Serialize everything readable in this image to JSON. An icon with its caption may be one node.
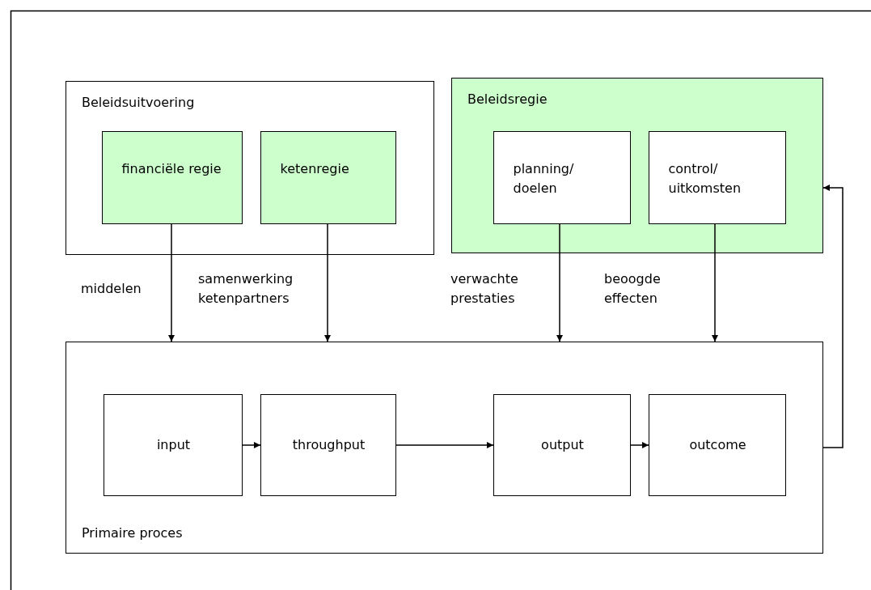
{
  "diagram": {
    "nodes": [
      {
        "text": [
          "Beleidsuitvoering"
        ]
      },
      {
        "text": [
          "financiële regie"
        ],
        "in": 0
      },
      {
        "text": [
          "ketenregie"
        ],
        "in": 0
      },
      {
        "text": [
          "Beleidsregie"
        ]
      },
      {
        "text": [
          "planning/ doelen"
        ],
        "in": 3
      },
      {
        "text": [
          "control/ uitkomsten"
        ],
        "in": 3
      },
      {
        "text": [
          "Primaire proces"
        ]
      },
      {
        "text": [
          "input"
        ],
        "in": 6
      },
      {
        "text": [
          "throughput"
        ],
        "in": 6
      },
      {
        "text": [
          "output"
        ],
        "in": 6
      },
      {
        "text": [
          "outcome"
        ],
        "in": 6
      }
    ],
    "edges": [
      {
        "from": 1,
        "to": 6,
        "arrow": "to",
        "label": "middelen"
      },
      {
        "from": 2,
        "to": 6,
        "arrow": "to",
        "label": "samenwerking ketenpartners"
      },
      {
        "from": 4,
        "to": 6,
        "arrow": "to",
        "label": "verwachte prestaties"
      },
      {
        "from": 5,
        "to": 6,
        "arrow": "to",
        "label": "beoogde effecten"
      },
      {
        "from": 7,
        "to": 8,
        "arrow": "to"
      },
      {
        "from": 8,
        "to": 9,
        "arrow": "to"
      },
      {
        "from": 9,
        "to": 10,
        "arrow": "to"
      },
      {
        "from": 6,
        "to": 3,
        "arrow": "to"
      }
    ]
  }
}
